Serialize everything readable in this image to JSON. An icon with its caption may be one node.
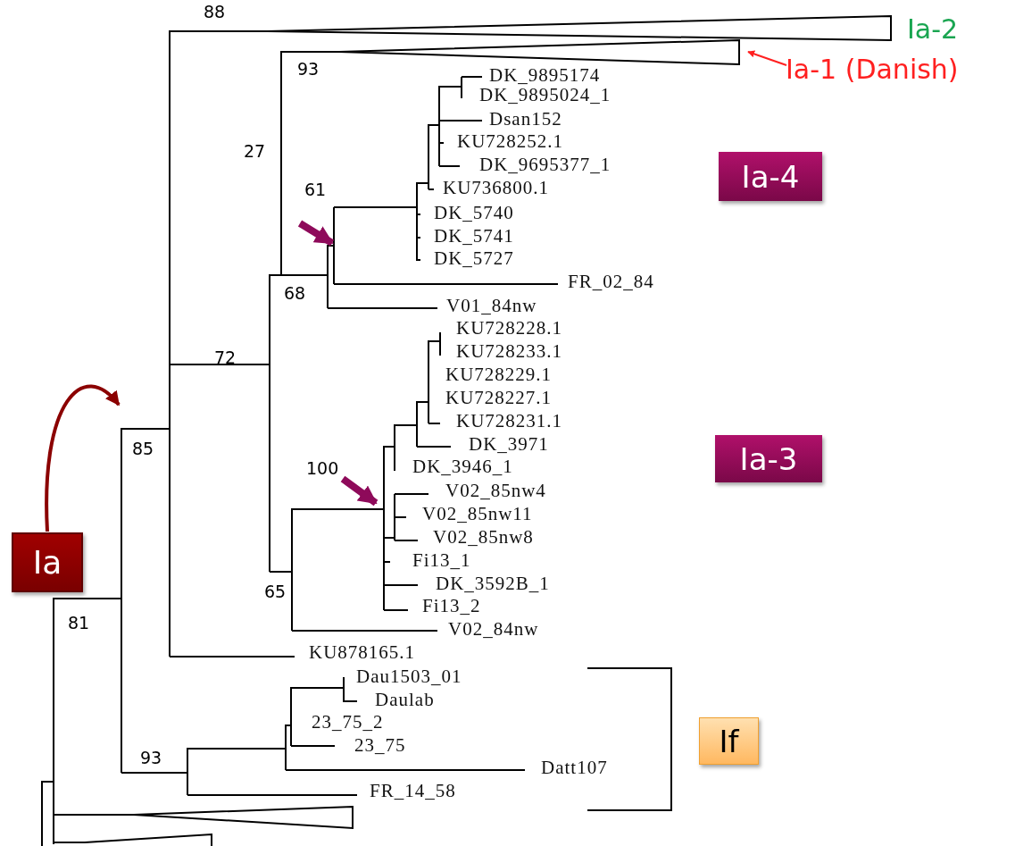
{
  "diagram": {
    "nodes": [
      {
        "text": [
          "Ia"
        ]
      },
      {
        "text": [
          "Ia-4"
        ]
      },
      {
        "text": [
          "Ia-3"
        ]
      },
      {
        "text": [
          "If"
        ]
      },
      {
        "text": [
          "Ia-1 (Danish)"
        ]
      }
    ],
    "edges": [
      {
        "from": 0,
        "to": null,
        "arrow": "to",
        "style": "thick",
        "color": "#8b0000"
      },
      {
        "from": 4,
        "to": null,
        "arrow": "to",
        "color": "#ff2020"
      }
    ],
    "labels": [
      "88",
      "Ia-2",
      "93",
      "DK_9895174",
      "DK_9895024_1",
      "Dsan152",
      "27",
      "KU728252.1",
      "DK_9695377_1",
      "KU736800.1",
      "61",
      "DK_5740",
      "DK_5741",
      "DK_5727",
      "FR_02_84",
      "68",
      "V01_84nw",
      "KU728228.1",
      "KU728233.1",
      "72",
      "KU728229.1",
      "KU728227.1",
      "KU728231.1",
      "85",
      "DK_3971",
      "DK_3946_1",
      "100",
      "V02_85nw4",
      "V02_85nw11",
      "V02_85nw8",
      "Fi13_1",
      "DK_3592B_1",
      "65",
      "Fi13_2",
      "V02_84nw",
      "81",
      "KU878165.1",
      "Dau1503_01",
      "Daulab",
      "23_75_2",
      "23_75",
      "93",
      "Datt107",
      "FR_14_58"
    ]
  }
}
